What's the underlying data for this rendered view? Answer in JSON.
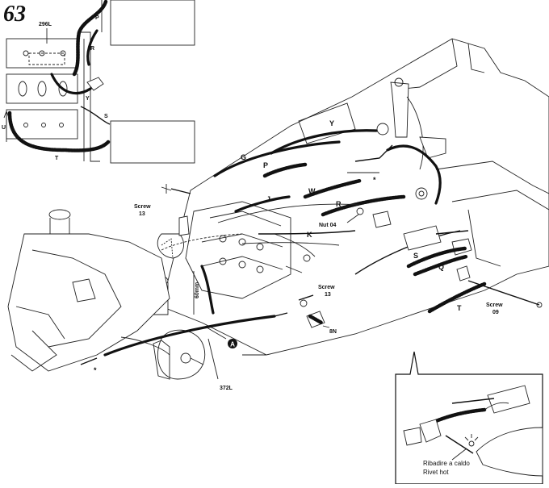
{
  "step_number": "63",
  "inset_top": {
    "length_label": "296L",
    "labels": [
      "P",
      "R",
      "Y",
      "S",
      "U",
      "T"
    ]
  },
  "main_labels": {
    "Y": "Y",
    "G": "G",
    "P": "P",
    "W": "W",
    "J": "J",
    "R": "R",
    "K": "K",
    "S": "S",
    "Q": "Q",
    "T": "T",
    "asterisk": "*"
  },
  "callouts": {
    "screw13_a_l1": "Screw",
    "screw13_a_l2": "13",
    "nut04": "Nut 04",
    "screw13_b_l1": "Screw",
    "screw13_b_l2": "13",
    "screw09_l1": "Screw",
    "screw09_l2": "09",
    "dim_60mm": "60mm",
    "part_8n": "8N",
    "length_372": "372L",
    "marker_a": "A",
    "asterisk_left": "*"
  },
  "inset_bottom": {
    "caption_it": "Ribadire a caldo",
    "caption_en": "Rivet hot"
  }
}
